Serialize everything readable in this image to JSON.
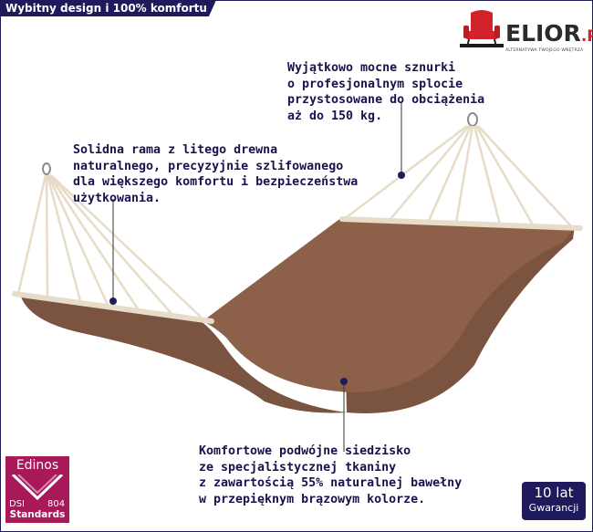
{
  "banner": {
    "title": "Wybitny design i 100% komfortu"
  },
  "brand": {
    "name": "ELIOR",
    "tld": ".PL",
    "tagline": "ALTERNATYWA TWOJEGO WNĘTRZA"
  },
  "notes": {
    "ropes": "Wyjątkowo mocne sznurki\no profesjonalnym splocie\nprzystosowane do obciążenia\naż do 150 kg.",
    "frame": "Solidna rama z litego drewna\nnaturalnego, precyzyjnie szlifowanego\ndla większego komfortu i bezpieczeństwa\nużytkowania.",
    "seat": "Komfortowe podwójne siedzisko\nze specjalistycznej tkaniny\nz zawartością 55% naturalnej bawełny\nw przepięknym brązowym kolorze."
  },
  "badges": {
    "edinos": {
      "name": "Edinos",
      "dsi": "DSI",
      "number": "804",
      "standards": "Standards"
    },
    "warranty": {
      "years": "10 lat",
      "label": "Gwarancji"
    }
  },
  "colors": {
    "navy": "#1f1a5c",
    "fabric": "#7a5440",
    "rope": "#e8e0cf",
    "wood": "#e6dcc8",
    "edinos": "#a8195a",
    "brand_red": "#d2232a"
  }
}
